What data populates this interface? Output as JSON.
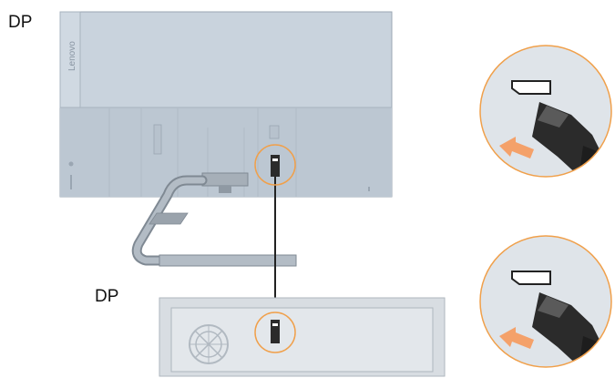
{
  "labels": {
    "monitor_port": "DP",
    "computer_port": "DP"
  },
  "monitor": {
    "brand": "Lenovo"
  },
  "colors": {
    "panel": "#c9d3dd",
    "highlight_ring": "#f0a04b",
    "arrow": "#f4a16a",
    "plate": "#d8dde2",
    "connector": "#2b2b2b"
  },
  "icons": [
    "displayport-plug-icon",
    "displayport-socket-icon",
    "fan-vent-icon",
    "insert-arrow-icon"
  ]
}
